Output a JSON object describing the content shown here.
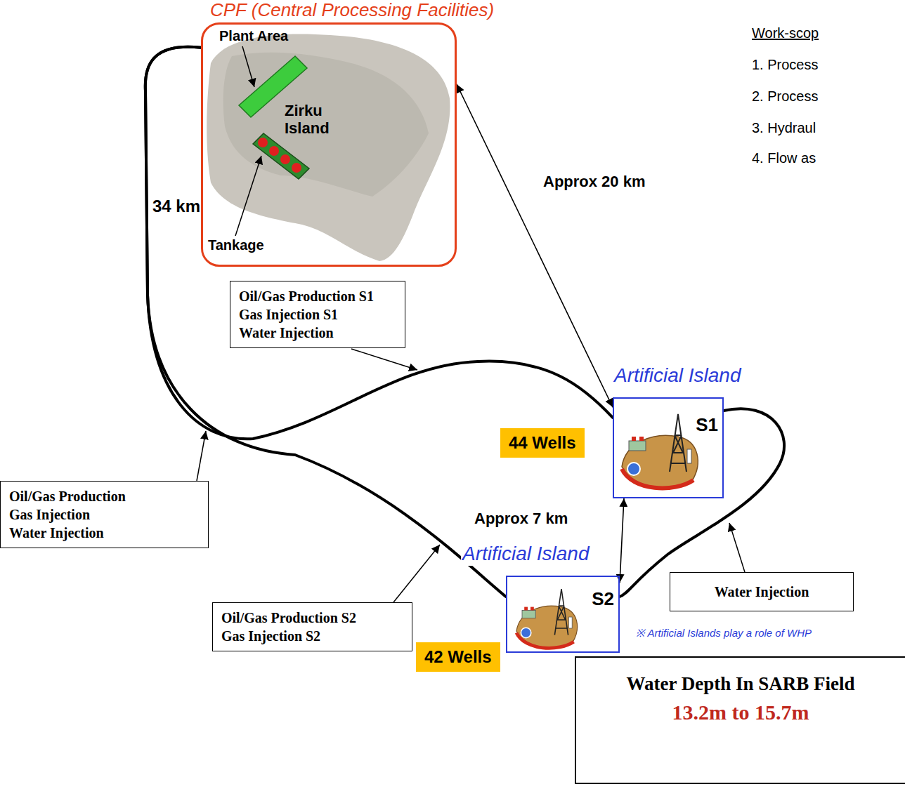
{
  "diagram": {
    "nodes": [
      {
        "text": [
          "CPF (Central Processing Facilities)"
        ]
      },
      {
        "text": [
          "Oil/Gas Production S1",
          "Gas Injection S1",
          "Water Injection"
        ]
      },
      {
        "text": [
          "Artificial Island",
          "S1"
        ]
      },
      {
        "text": [
          "44 Wells"
        ]
      },
      {
        "text": [
          "Oil/Gas Production",
          "Gas Injection",
          "Water Injection"
        ]
      },
      {
        "text": [
          "Artificial Island",
          "S2"
        ]
      },
      {
        "text": [
          "Water Injection"
        ]
      },
      {
        "text": [
          "Oil/Gas Production S2",
          "Gas Injection S2"
        ]
      },
      {
        "text": [
          "42 Wells"
        ]
      },
      {
        "text": [
          "Water Depth In SARB Field",
          "13.2m to 15.7m"
        ]
      }
    ],
    "edges": [
      {
        "from": 0,
        "to": 2,
        "label": "Approx 20 km",
        "arrow": "both"
      },
      {
        "from": 0,
        "to": 2,
        "arrow": "none"
      },
      {
        "from": 0,
        "to": 5,
        "arrow": "none"
      },
      {
        "from": 2,
        "to": 5,
        "label": "Approx 7 km",
        "arrow": "both"
      },
      {
        "from": 2,
        "to": 5,
        "arrow": "none"
      }
    ],
    "labels": [
      "Plant Area",
      "Zirku Island",
      "Tankage",
      "Work-scop",
      "1. Process",
      "2. Process",
      "3. Hydraul",
      "4. Flow as",
      "34 km",
      "※ Artificial Islands play a role of WHP"
    ]
  }
}
